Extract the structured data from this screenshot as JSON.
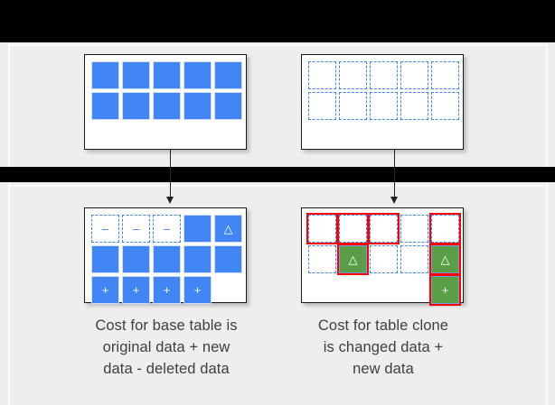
{
  "slide": {
    "background_color": "#eeeeee",
    "letterbox_color": "#000000",
    "accent_blue": "#4285F4",
    "accent_green": "#5a9e47",
    "highlight_red": "#ff0000",
    "caption_color": "#3c4043"
  },
  "panels": {
    "base_original": {
      "name": "base-table-original",
      "columns": 5,
      "rows": 2,
      "cells": [
        {
          "kind": "solid",
          "glyph": ""
        },
        {
          "kind": "solid",
          "glyph": ""
        },
        {
          "kind": "solid",
          "glyph": ""
        },
        {
          "kind": "solid",
          "glyph": ""
        },
        {
          "kind": "solid",
          "glyph": ""
        },
        {
          "kind": "solid",
          "glyph": ""
        },
        {
          "kind": "solid",
          "glyph": ""
        },
        {
          "kind": "solid",
          "glyph": ""
        },
        {
          "kind": "solid",
          "glyph": ""
        },
        {
          "kind": "solid",
          "glyph": ""
        }
      ]
    },
    "clone_original": {
      "name": "table-clone-original",
      "columns": 5,
      "rows": 2,
      "cells": [
        {
          "kind": "dashed",
          "glyph": ""
        },
        {
          "kind": "dashed",
          "glyph": ""
        },
        {
          "kind": "dashed",
          "glyph": ""
        },
        {
          "kind": "dashed",
          "glyph": ""
        },
        {
          "kind": "dashed",
          "glyph": ""
        },
        {
          "kind": "dashed",
          "glyph": ""
        },
        {
          "kind": "dashed",
          "glyph": ""
        },
        {
          "kind": "dashed",
          "glyph": ""
        },
        {
          "kind": "dashed",
          "glyph": ""
        },
        {
          "kind": "dashed",
          "glyph": ""
        }
      ]
    },
    "base_current": {
      "name": "base-table-current",
      "columns": 5,
      "rows": 3,
      "cells": [
        {
          "kind": "dashed",
          "glyph": "–"
        },
        {
          "kind": "dashed",
          "glyph": "–"
        },
        {
          "kind": "dashed",
          "glyph": "–"
        },
        {
          "kind": "solid",
          "glyph": ""
        },
        {
          "kind": "solid",
          "glyph": "△"
        },
        {
          "kind": "solid",
          "glyph": ""
        },
        {
          "kind": "solid",
          "glyph": ""
        },
        {
          "kind": "solid",
          "glyph": ""
        },
        {
          "kind": "solid",
          "glyph": ""
        },
        {
          "kind": "solid",
          "glyph": ""
        },
        {
          "kind": "solid",
          "glyph": "+"
        },
        {
          "kind": "solid",
          "glyph": "+"
        },
        {
          "kind": "solid",
          "glyph": "+"
        },
        {
          "kind": "solid",
          "glyph": "+"
        },
        {
          "kind": "empty",
          "glyph": ""
        }
      ]
    },
    "clone_current": {
      "name": "table-clone-current",
      "columns": 5,
      "rows": 3,
      "cells": [
        {
          "kind": "dashed",
          "glyph": "",
          "ring": true
        },
        {
          "kind": "dashed",
          "glyph": "",
          "ring": true
        },
        {
          "kind": "dashed",
          "glyph": "",
          "ring": true
        },
        {
          "kind": "dashed",
          "glyph": "",
          "ring": false
        },
        {
          "kind": "dashed",
          "glyph": "",
          "ring": true
        },
        {
          "kind": "dashed",
          "glyph": "",
          "ring": false
        },
        {
          "kind": "green",
          "glyph": "△",
          "ring": true
        },
        {
          "kind": "dashed",
          "glyph": "",
          "ring": false
        },
        {
          "kind": "dashed",
          "glyph": "",
          "ring": false
        },
        {
          "kind": "green",
          "glyph": "△",
          "ring": true
        },
        {
          "kind": "empty",
          "glyph": "",
          "ring": false
        },
        {
          "kind": "empty",
          "glyph": "",
          "ring": false
        },
        {
          "kind": "empty",
          "glyph": "",
          "ring": false
        },
        {
          "kind": "empty",
          "glyph": "",
          "ring": false
        },
        {
          "kind": "green",
          "glyph": "+",
          "ring": true
        }
      ]
    }
  },
  "captions": {
    "base": {
      "lines": [
        "Cost for base table is",
        "original data + new",
        "data - deleted data"
      ]
    },
    "clone": {
      "lines": [
        "Cost for table clone",
        "is changed data +",
        "new data"
      ]
    }
  },
  "arrows": [
    {
      "name": "arrow-base-original-to-current"
    },
    {
      "name": "arrow-clone-original-to-current"
    }
  ]
}
